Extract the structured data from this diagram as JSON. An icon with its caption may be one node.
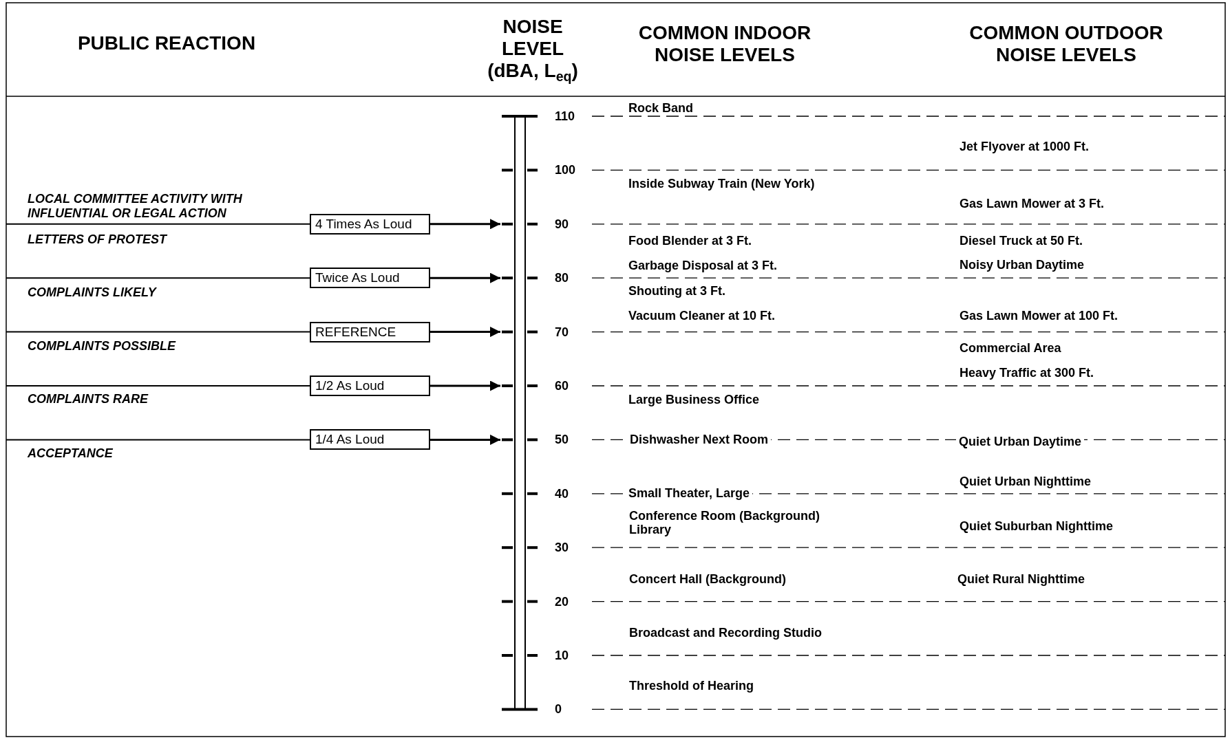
{
  "diagram": {
    "nodes": [
      {
        "text": [
          "4 Times As Loud"
        ]
      },
      {
        "text": [
          "Twice As Loud"
        ]
      },
      {
        "text": [
          "REFERENCE"
        ]
      },
      {
        "text": [
          "1/2 As Loud"
        ]
      },
      {
        "text": [
          "1/4 As Loud"
        ]
      },
      {
        "text": [],
        "shape": "bar"
      }
    ],
    "edges": [
      {
        "from": null,
        "to": 0,
        "arrow": "none"
      },
      {
        "from": 0,
        "to": 5,
        "arrow": "to"
      },
      {
        "from": null,
        "to": 1,
        "arrow": "none"
      },
      {
        "from": 1,
        "to": 5,
        "arrow": "to"
      },
      {
        "from": null,
        "to": 2,
        "arrow": "none"
      },
      {
        "from": 2,
        "to": 5,
        "arrow": "to"
      },
      {
        "from": null,
        "to": 3,
        "arrow": "none"
      },
      {
        "from": 3,
        "to": 5,
        "arrow": "to"
      },
      {
        "from": null,
        "to": 4,
        "arrow": "none"
      },
      {
        "from": 4,
        "to": 5,
        "arrow": "to"
      }
    ],
    "labels": [
      "PUBLIC REACTION",
      "NOISE LEVEL (dBA, L$_{eq}$)",
      "COMMON INDOOR NOISE LEVELS",
      "COMMON OUTDOOR NOISE LEVELS",
      "110",
      "Rock Band",
      "Jet Flyover at 1000 Ft.",
      "100",
      "Inside Subway Train (New York)",
      "LOCAL COMMITTEE ACTIVITY WITH INFLUENTIAL OR LEGAL ACTION",
      "Gas Lawn Mower at 3 Ft.",
      "90",
      "LETTERS OF PROTEST",
      "Food Blender at 3 Ft.",
      "Diesel Truck at 50 Ft.",
      "Garbage Disposal at 3 Ft.",
      "Noisy Urban Daytime",
      "80",
      "COMPLAINTS LIKELY",
      "Shouting at 3 Ft.",
      "Vacuum Cleaner at 10 Ft.",
      "Gas Lawn Mower at 100 Ft.",
      "70",
      "COMPLAINTS POSSIBLE",
      "Commercial Area",
      "Heavy Traffic at 300 Ft.",
      "60",
      "COMPLAINTS RARE",
      "Large Business Office",
      "50",
      "Dishwasher Next Room",
      "Quiet Urban Daytime",
      "ACCEPTANCE",
      "Quiet Urban Nighttime",
      "40",
      "Small Theater, Large",
      "Conference Room (Background) Library",
      "Quiet Suburban Nighttime",
      "30",
      "Concert Hall (Background)",
      "Quiet Rural Nighttime",
      "20",
      "Broadcast and Recording Studio",
      "10",
      "Threshold of Hearing",
      "0"
    ]
  }
}
